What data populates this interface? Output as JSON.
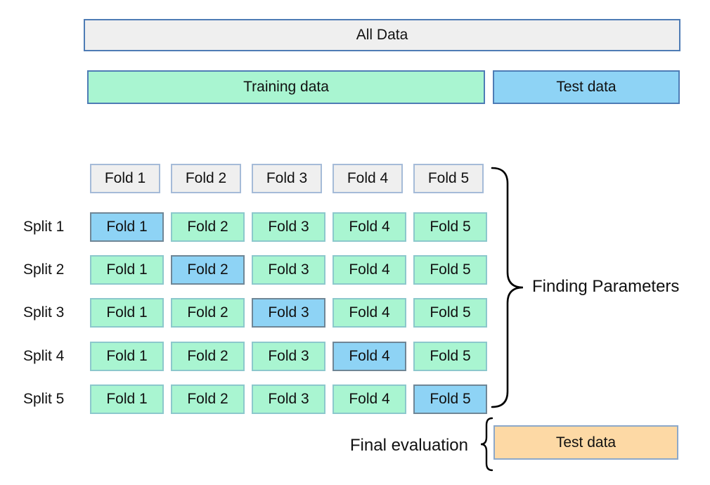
{
  "top": {
    "all_data": "All Data",
    "training": "Training data",
    "test": "Test data"
  },
  "grid": {
    "headers": [
      "Fold 1",
      "Fold 2",
      "Fold 3",
      "Fold 4",
      "Fold 5"
    ],
    "splits": [
      {
        "label": "Split 1",
        "cells": [
          "Fold 1",
          "Fold 2",
          "Fold 3",
          "Fold 4",
          "Fold 5"
        ],
        "test_fold_index": 0
      },
      {
        "label": "Split 2",
        "cells": [
          "Fold 1",
          "Fold 2",
          "Fold 3",
          "Fold 4",
          "Fold 5"
        ],
        "test_fold_index": 1
      },
      {
        "label": "Split 3",
        "cells": [
          "Fold 1",
          "Fold 2",
          "Fold 3",
          "Fold 4",
          "Fold 5"
        ],
        "test_fold_index": 2
      },
      {
        "label": "Split 4",
        "cells": [
          "Fold 1",
          "Fold 2",
          "Fold 3",
          "Fold 4",
          "Fold 5"
        ],
        "test_fold_index": 3
      },
      {
        "label": "Split 5",
        "cells": [
          "Fold 1",
          "Fold 2",
          "Fold 3",
          "Fold 4",
          "Fold 5"
        ],
        "test_fold_index": 4
      }
    ]
  },
  "annotations": {
    "finding_parameters": "Finding Parameters",
    "final_evaluation": "Final evaluation"
  },
  "final": {
    "test": "Test data"
  },
  "colors": {
    "fill_gray": "#efefef",
    "fill_green": "#a9f5d1",
    "fill_blue": "#8ed3f5",
    "fill_orange": "#fdd9a5",
    "border_big": "#4e7cb5",
    "border_header": "#a5bbd8",
    "border_green": "#8cc8cc",
    "border_blue_cell": "#6f8696",
    "border_orange": "#8ca8c9",
    "brace_black": "#000000"
  }
}
